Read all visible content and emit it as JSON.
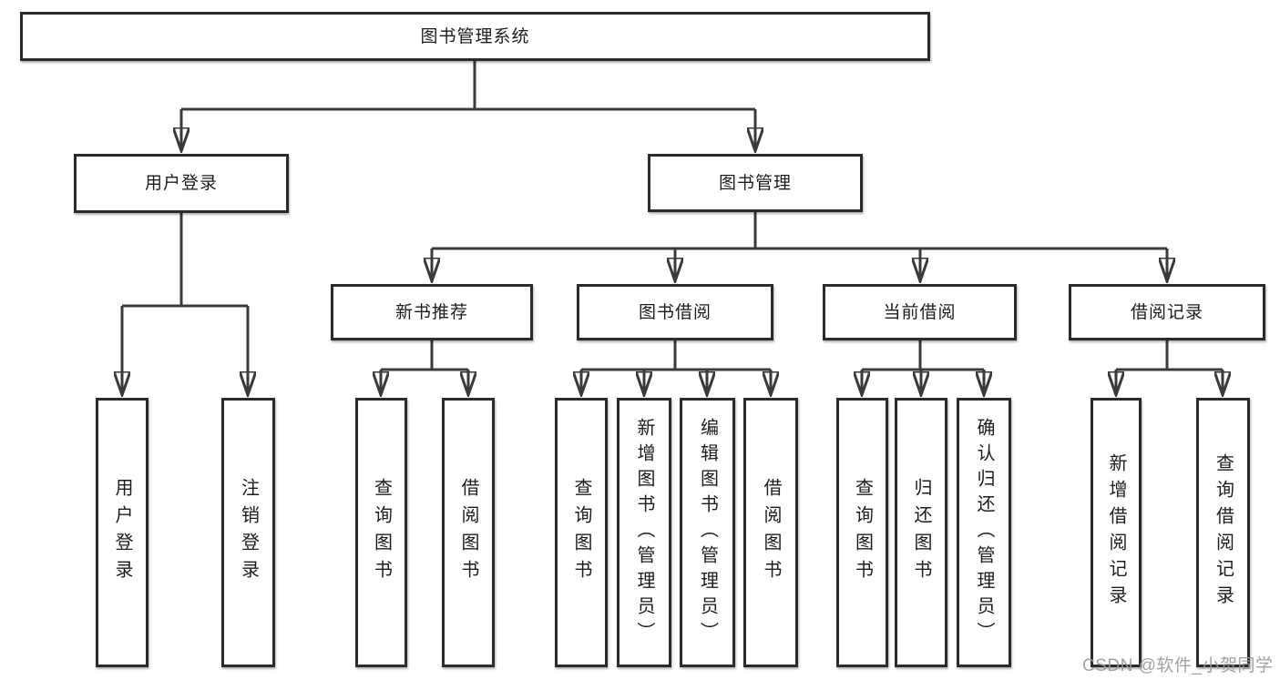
{
  "diagram_type": "hierarchy-tree",
  "tree": {
    "label": "图书管理系统",
    "children": [
      {
        "label": "用户登录",
        "children": [
          {
            "label": "用户登录"
          },
          {
            "label": "注销登录"
          }
        ]
      },
      {
        "label": "图书管理",
        "children": [
          {
            "label": "新书推荐",
            "children": [
              {
                "label": "查询图书"
              },
              {
                "label": "借阅图书"
              }
            ]
          },
          {
            "label": "图书借阅",
            "children": [
              {
                "label": "查询图书"
              },
              {
                "label": "新增图书（管理员）"
              },
              {
                "label": "编辑图书（管理员）"
              },
              {
                "label": "借阅图书"
              }
            ]
          },
          {
            "label": "当前借阅",
            "children": [
              {
                "label": "查询图书"
              },
              {
                "label": "归还图书"
              },
              {
                "label": "确认归还（管理员）"
              }
            ]
          },
          {
            "label": "借阅记录",
            "children": [
              {
                "label": "新增借阅记录"
              },
              {
                "label": "查询借阅记录"
              }
            ]
          }
        ]
      }
    ]
  },
  "watermark": {
    "text": "CSDN @软件_小贺同学"
  },
  "colors": {
    "background": "#ffffff",
    "line": "#3a3a3a",
    "box_border": "#2b2b2b",
    "text": "#1d1d1d",
    "watermark": "#9a9a9a"
  }
}
